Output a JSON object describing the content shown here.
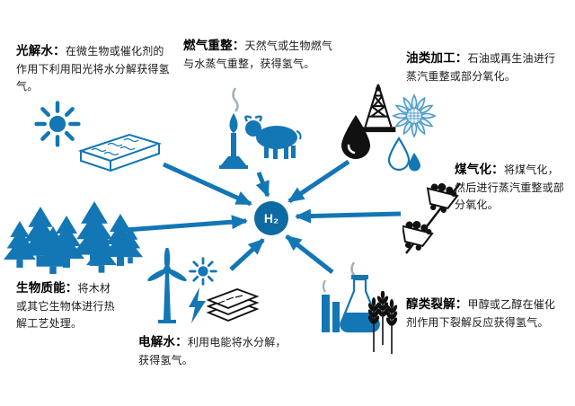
{
  "colors": {
    "accent": "#1376b5",
    "dark": "#111111",
    "smoke": "#9fb0ba",
    "center_fill": "#0e6aa3",
    "flower_stroke": "#4f9cc9"
  },
  "center": {
    "label": "H₂"
  },
  "nodes": {
    "photolysis": {
      "title": "光解水：",
      "desc": "在微生物或催化剂的作用下利用阳光将水分解获得氢气。"
    },
    "gas_reforming": {
      "title": "燃气重整：",
      "desc": "天然气或生物燃气与水蒸气重整，获得氢气。"
    },
    "oil_processing": {
      "title": "油类加工：",
      "desc": "石油或再生油进行蒸汽重整或部分氧化。"
    },
    "coal_gasification": {
      "title": "煤气化：",
      "desc": "将煤气化，然后进行蒸汽重整或部分氧化。"
    },
    "alcohol_cracking": {
      "title": "醇类裂解：",
      "desc": "甲醇或乙醇在催化剂作用下裂解反应获得氢气。"
    },
    "electrolysis": {
      "title": "电解水：",
      "desc": "利用电能将水分解，获得氢气。"
    },
    "biomass": {
      "title": "生物质能：",
      "desc": "将木材或其它生物体进行热解工艺处理。"
    }
  },
  "icons": [
    "sun-icon",
    "water-basin-icon",
    "bunsen-burner-icon",
    "smoke-icon",
    "cow-icon",
    "oil-derrick-icon",
    "oil-drop-icon",
    "sunflower-icon",
    "water-drops-icon",
    "coal-cart-icon",
    "factory-flask-icon",
    "wheat-icon",
    "wind-turbine-icon",
    "sun-small-icon",
    "lightning-icon",
    "metal-plates-icon",
    "forest-icon",
    "arrow-icon"
  ]
}
